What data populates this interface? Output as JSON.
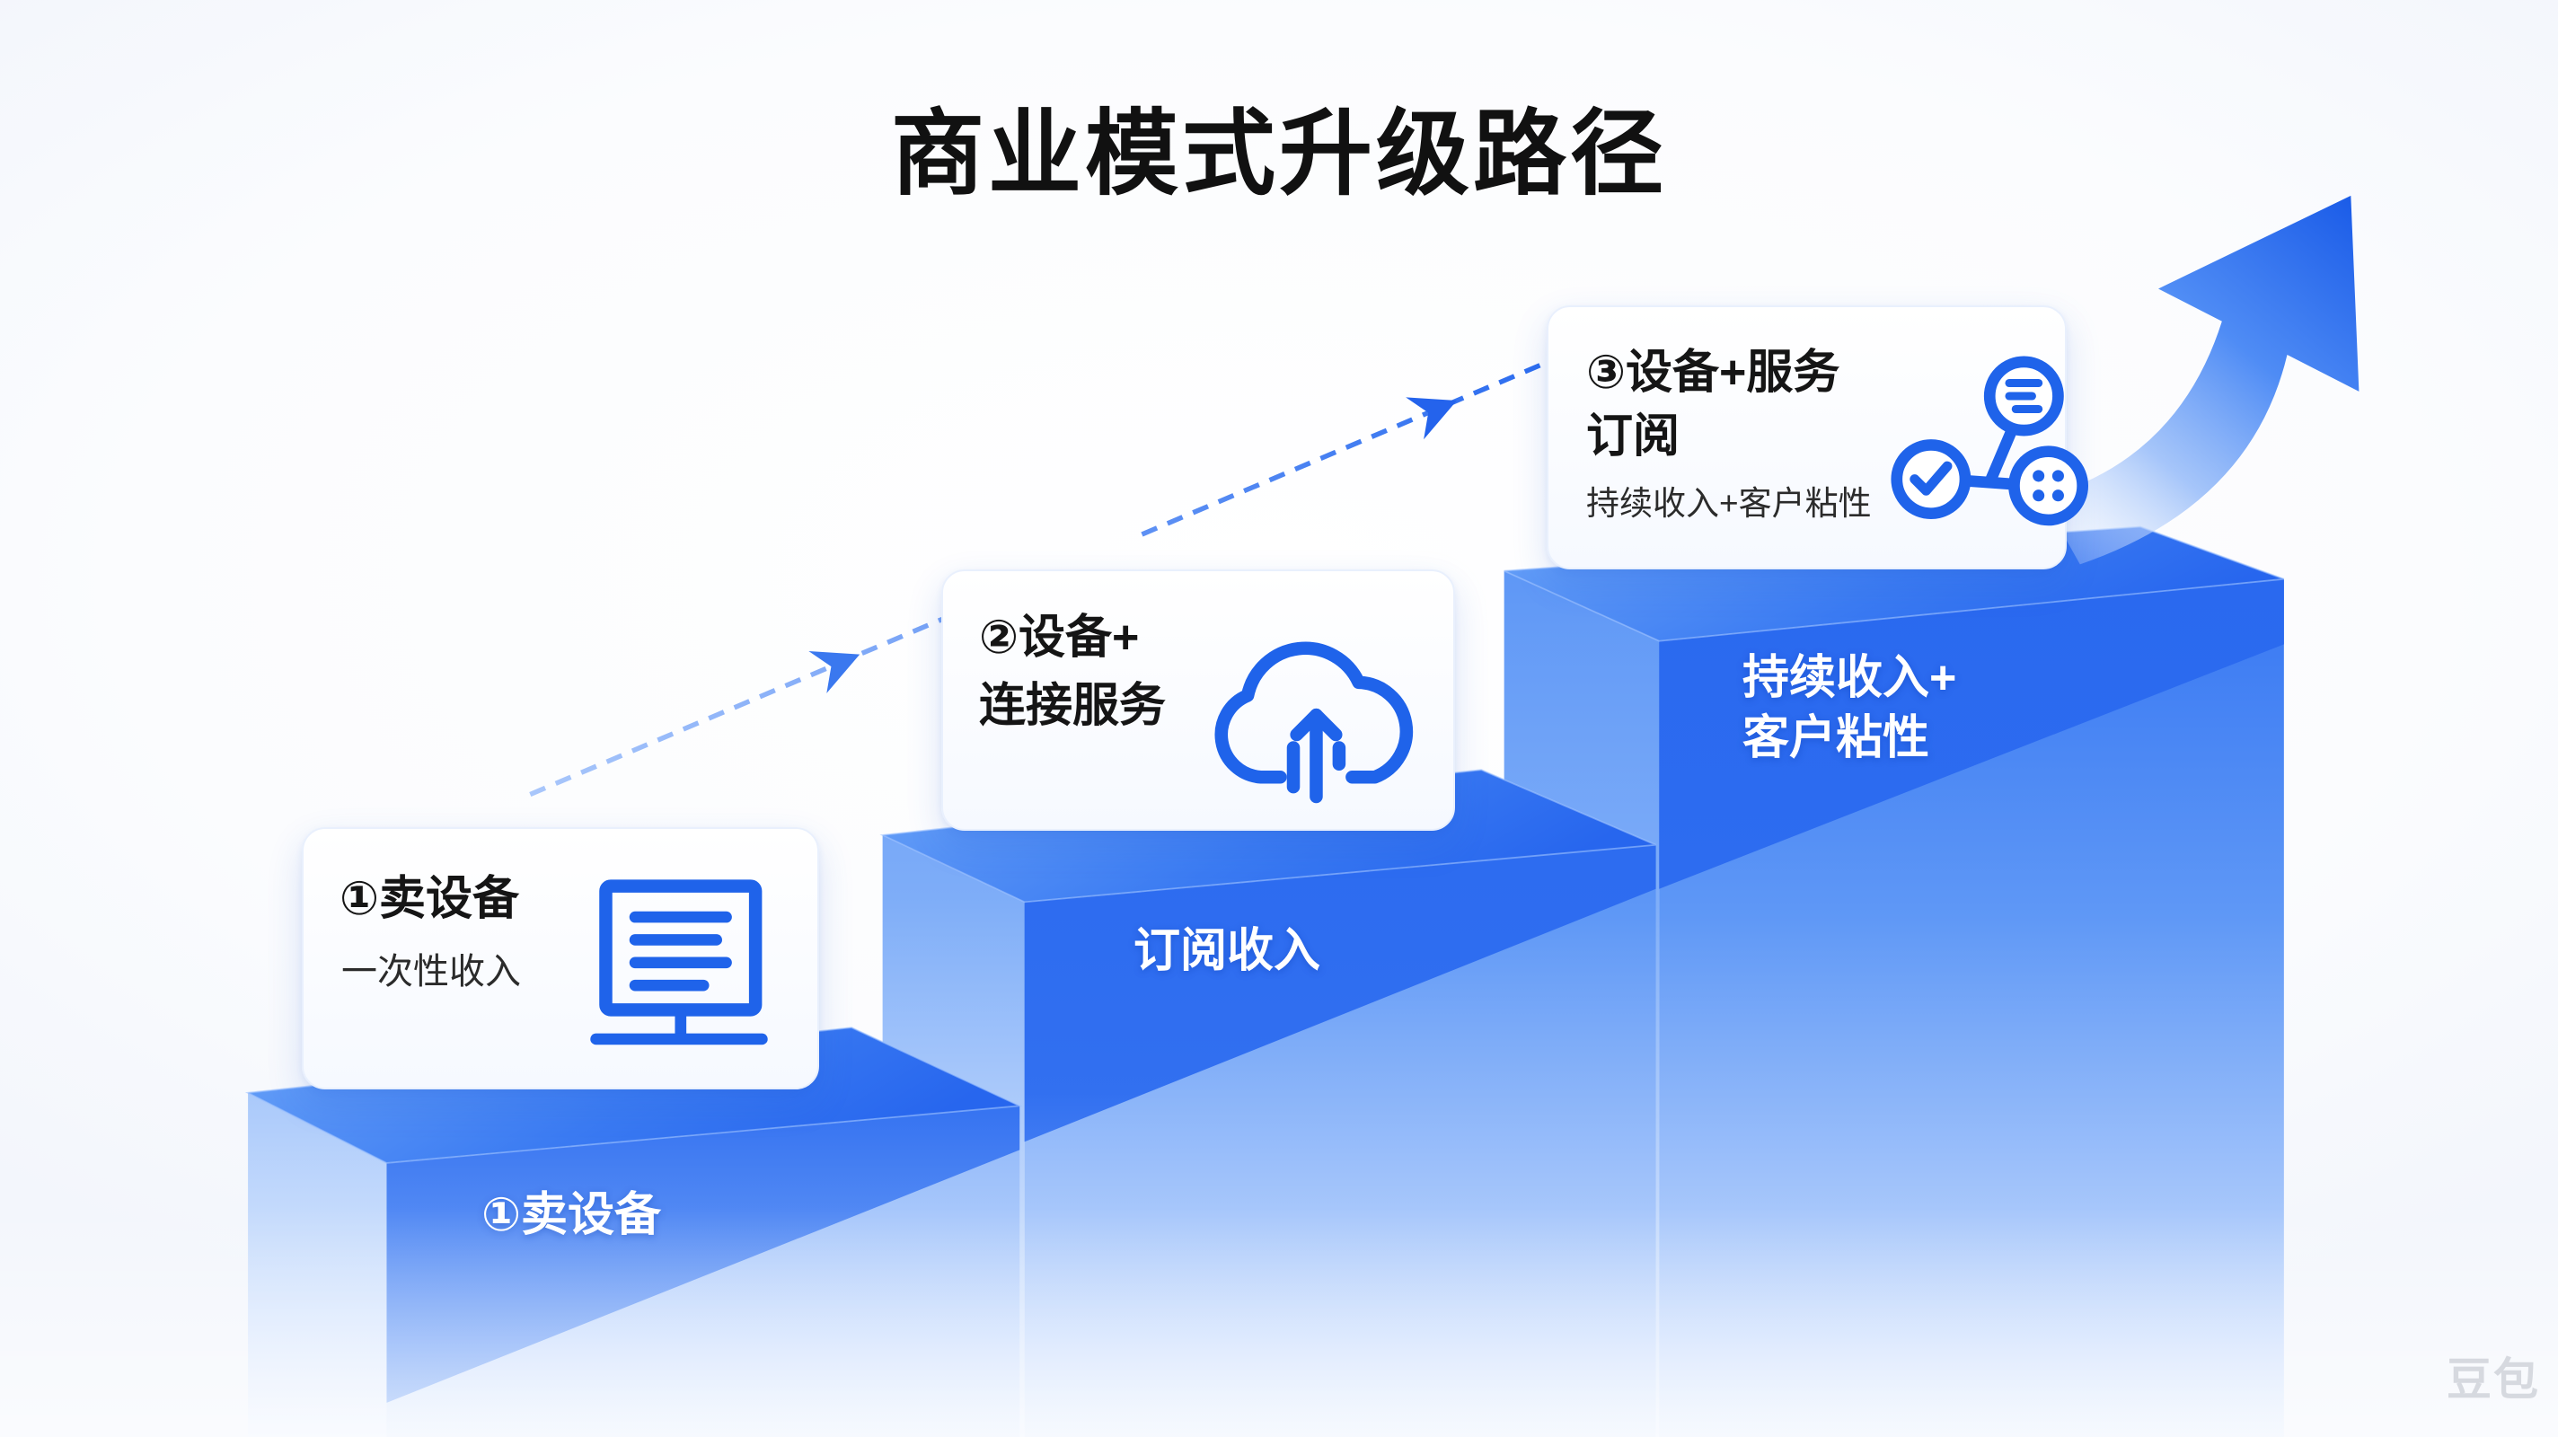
{
  "title": "商业模式升级路径",
  "steps": [
    {
      "title_lines": [
        "①卖设备"
      ],
      "subtitle": "一次性收入",
      "icon": "monitor-document-icon",
      "block_label_lines": [
        "①卖设备"
      ]
    },
    {
      "title_lines": [
        "②设备+",
        "连接服务"
      ],
      "icon": "cloud-upload-icon",
      "block_label_lines": [
        "订阅收入"
      ]
    },
    {
      "title_lines": [
        "③设备+服务",
        "订阅"
      ],
      "subtitle": "持续收入+客户粘性",
      "icon": "service-network-icon",
      "block_label_lines": [
        "持续收入+",
        "客户粘性"
      ]
    }
  ],
  "decorations": {
    "connector_icon": "dashed-arrow-icon",
    "growth_icon": "growth-arrow-icon"
  },
  "colors": {
    "accent": "#1f63ea",
    "title_text": "#111111",
    "label_text": "#ffffff",
    "card_background": "#ffffff",
    "watermark": "#d6d9df"
  },
  "watermark": "豆包"
}
